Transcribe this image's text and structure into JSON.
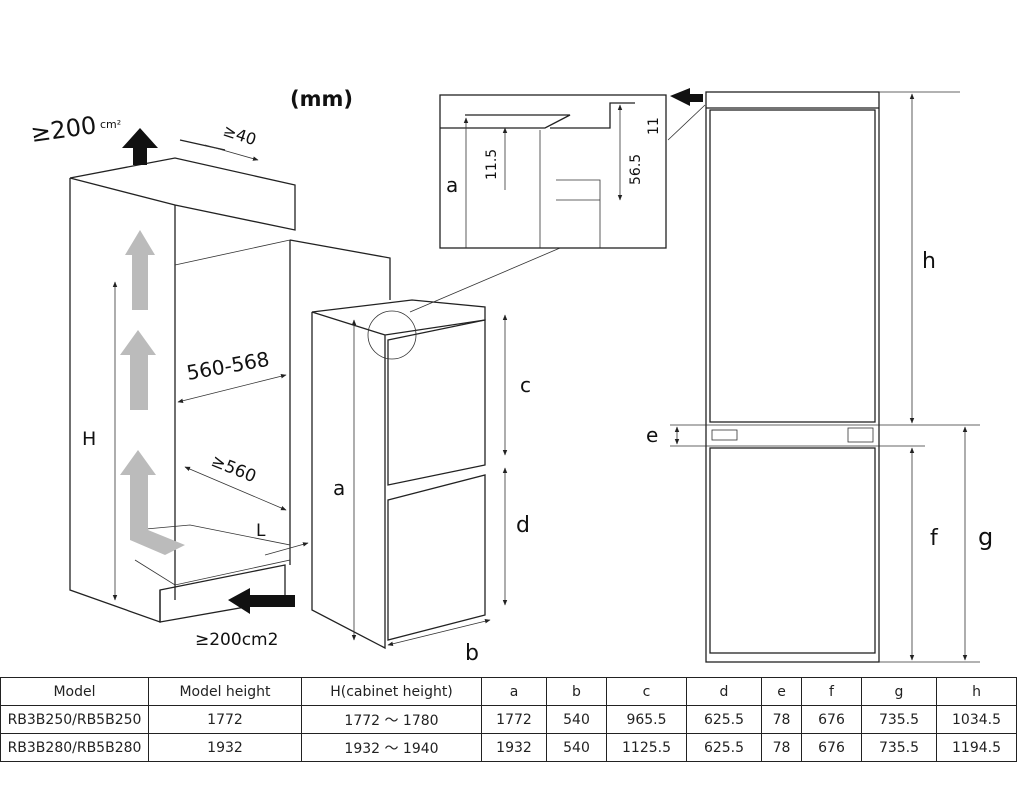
{
  "units": "(mm)",
  "labels": {
    "top_vent": "≥200",
    "top_vent_unit": "cm²",
    "top_gap": "≥40",
    "width_range": "560-568",
    "depth": "≥560",
    "L": "L",
    "H": "H",
    "bottom_vent": "≥200cm2",
    "a": "a",
    "b": "b",
    "c": "c",
    "d": "d",
    "e": "e",
    "f": "f",
    "g": "g",
    "h": "h",
    "detail_a": "a",
    "detail_11_5": "11.5",
    "detail_56_5": "56.5",
    "detail_11": "11"
  },
  "table": {
    "headers": [
      "Model",
      "Model height",
      "H(cabinet height)",
      "a",
      "b",
      "c",
      "d",
      "e",
      "f",
      "g",
      "h"
    ],
    "rows": [
      [
        "RB3B250/RB5B250",
        "1772",
        "1772 ～ 1780",
        "1772",
        "540",
        "965.5",
        "625.5",
        "78",
        "676",
        "735.5",
        "1034.5"
      ],
      [
        "RB3B280/RB5B280",
        "1932",
        "1932 ～ 1940",
        "1932",
        "540",
        "1125.5",
        "625.5",
        "78",
        "676",
        "735.5",
        "1194.5"
      ]
    ]
  }
}
